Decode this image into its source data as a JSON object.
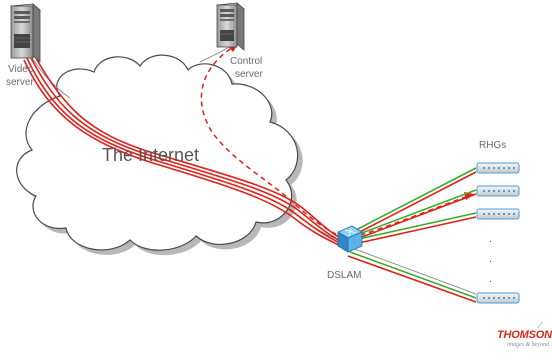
{
  "labels": {
    "internet": "The Internet",
    "video_server_line1": "Video",
    "video_server_line2": "server",
    "control_server_line1": "Control",
    "control_server_line2": "server",
    "rhgs": "RHGs",
    "dslam": "DSLAM"
  },
  "rhg_ellipsis": [
    ".",
    ".",
    "."
  ],
  "logo": {
    "word": "THOMSON",
    "tagline": "images & beyond"
  },
  "colors": {
    "stream": "#e0201a",
    "control": "#3aaa2a",
    "internet_link": "#909090",
    "dslam": "#3d9fd6",
    "rhg": "#4a9fd8"
  },
  "icons": {
    "video_server": "server-tower-icon",
    "control_server": "server-tower-icon",
    "dslam": "dslam-switch-icon",
    "rhg": "home-gateway-icon"
  }
}
